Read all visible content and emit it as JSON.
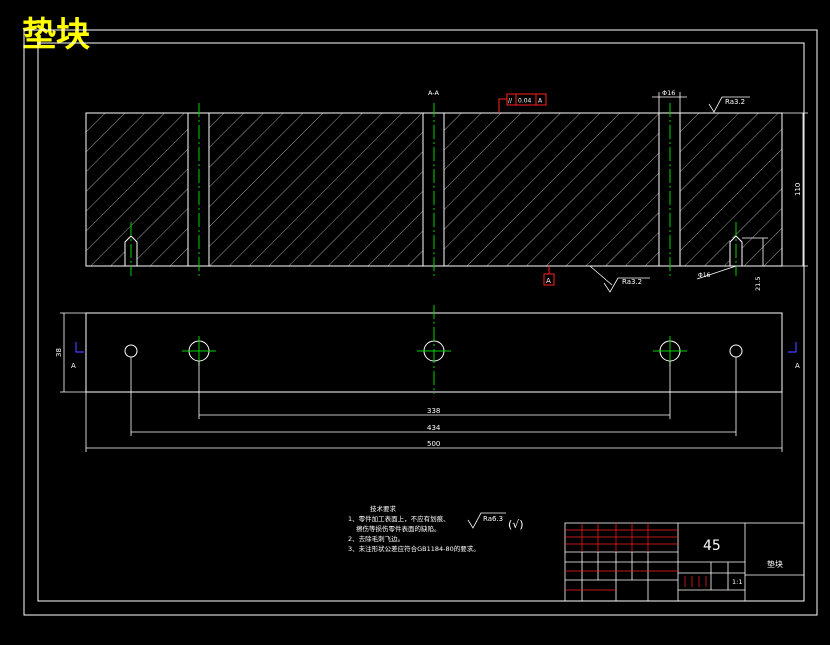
{
  "drawing_title": "垫块",
  "section_label": "A-A",
  "view_marker": "A",
  "datum_tag": "A",
  "tolerance": {
    "symbol": "//",
    "value": "0.04",
    "datum": "A"
  },
  "roughness": {
    "top": "Ra3.2",
    "bottom": "Ra3.2",
    "notes": "Ra6.3"
  },
  "dims": {
    "hole_dia": "Φ16",
    "height": "110",
    "depth": "21.5",
    "width": "38",
    "d338": "338",
    "d434": "434",
    "d500": "500"
  },
  "notes": {
    "title": "技术要求",
    "items": [
      "1、零件加工表面上，不应有划痕、",
      "擦伤等损伤零件表面的缺陷。",
      "2、去除毛刺飞边。",
      "3、未注形状公差应符合GB1184-80的要求。"
    ]
  },
  "titleblock": {
    "material": "45",
    "part_name": "垫块",
    "scale": "1:1"
  }
}
